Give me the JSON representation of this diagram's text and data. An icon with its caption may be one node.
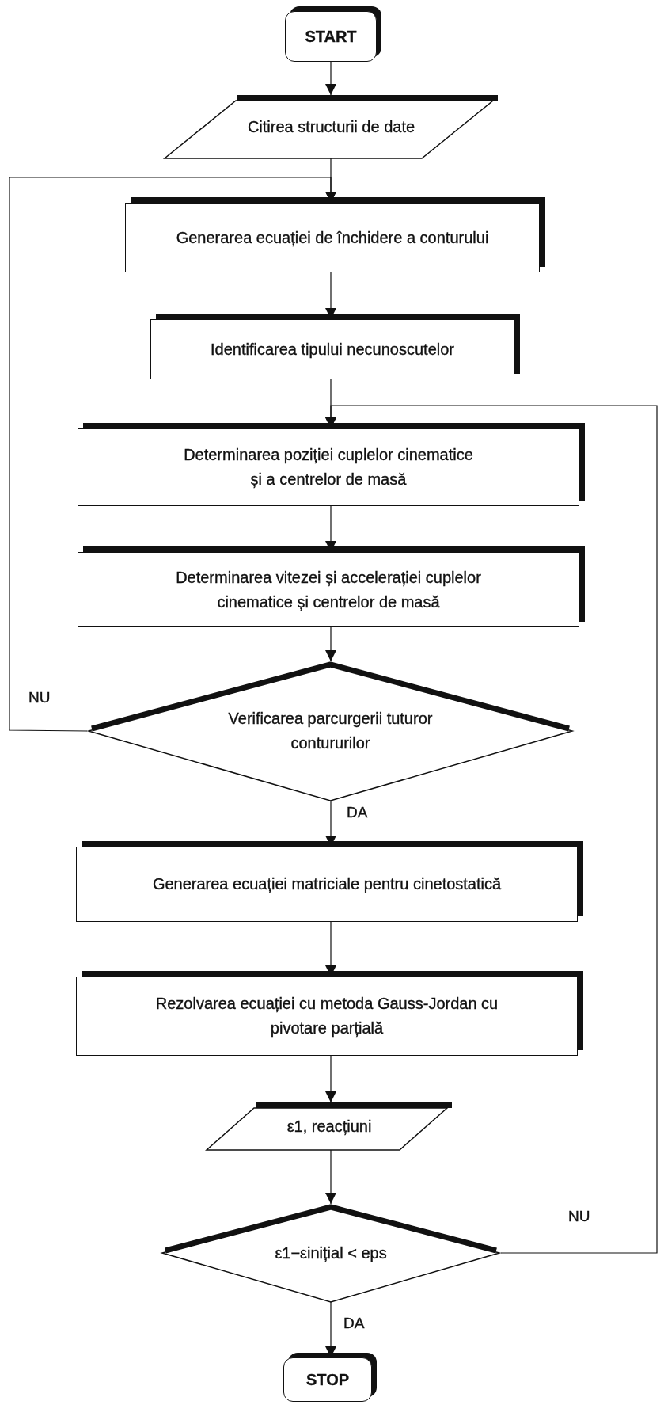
{
  "diagram": {
    "nodes": [
      {
        "text": [
          "START"
        ]
      },
      {
        "text": [
          "Citirea structurii de date"
        ]
      },
      {
        "text": [
          "Generarea ecuației de închidere a conturului"
        ]
      },
      {
        "text": [
          "Identificarea tipului necunoscutelor"
        ]
      },
      {
        "text": [
          "Determinarea poziției cuplelor cinematice și a centrelor de masă"
        ]
      },
      {
        "text": [
          "Determinarea vitezei și accelerației cuplelor cinematice și centrelor de masă"
        ]
      },
      {
        "text": [
          "Verificarea parcurgerii tuturor contururilor"
        ]
      },
      {
        "text": [
          "Generarea ecuației matriciale pentru cinetostatică"
        ]
      },
      {
        "text": [
          "Rezolvarea ecuației cu metoda Gauss-Jordan cu pivotare parțială"
        ]
      },
      {
        "text": [
          "ε1, reacțiuni"
        ]
      },
      {
        "text": [
          "ε1−εinițial < eps"
        ]
      },
      {
        "text": [
          "STOP"
        ]
      }
    ],
    "edges": [
      {
        "from": 0,
        "to": 1,
        "arrow": "to"
      },
      {
        "from": 1,
        "to": 2,
        "arrow": "to"
      },
      {
        "from": 2,
        "to": 3,
        "arrow": "to"
      },
      {
        "from": 3,
        "to": 4,
        "arrow": "to"
      },
      {
        "from": 4,
        "to": 5,
        "arrow": "to"
      },
      {
        "from": 5,
        "to": 6,
        "arrow": "to"
      },
      {
        "from": 6,
        "to": 2,
        "arrow": "to",
        "label": "NU"
      },
      {
        "from": 6,
        "to": 7,
        "arrow": "to",
        "label": "DA"
      },
      {
        "from": 7,
        "to": 8,
        "arrow": "to"
      },
      {
        "from": 8,
        "to": 9,
        "arrow": "to"
      },
      {
        "from": 9,
        "to": 10,
        "arrow": "to"
      },
      {
        "from": 10,
        "to": 11,
        "arrow": "to",
        "label": "DA"
      },
      {
        "from": 10,
        "to": 4,
        "arrow": "to",
        "label": "NU"
      }
    ]
  }
}
